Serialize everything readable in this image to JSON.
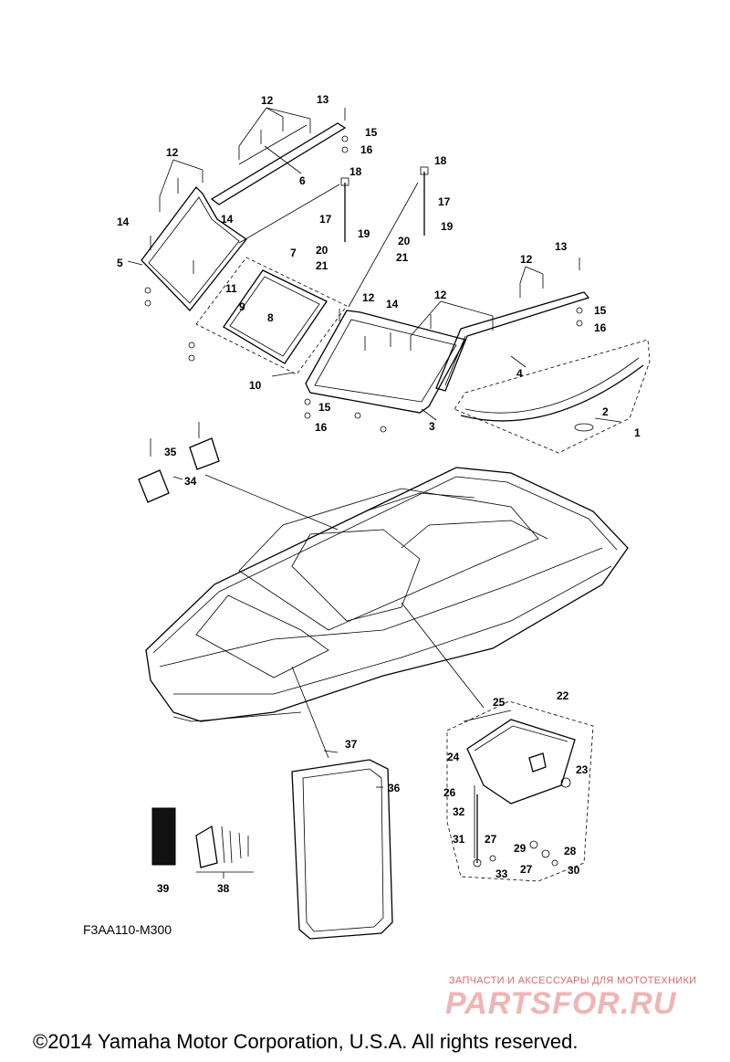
{
  "diagram_code": "F3AA110-M300",
  "copyright": "©2014 Yamaha Motor Corporation, U.S.A. All rights reserved.",
  "watermark": {
    "tagline": "ЗАПЧАСТИ И АКСЕССУАРЫ ДЛЯ МОТОТЕХНИКИ",
    "logo": "PARTSFOR.RU"
  },
  "callouts": {
    "c1": "1",
    "c2": "2",
    "c3": "3",
    "c4": "4",
    "c5": "5",
    "c6": "6",
    "c7": "7",
    "c8": "8",
    "c9": "9",
    "c10": "10",
    "c11": "11",
    "c12": "12",
    "c13": "13",
    "c14": "14",
    "c15": "15",
    "c16": "16",
    "c17": "17",
    "c18": "18",
    "c19": "19",
    "c20": "20",
    "c21": "21",
    "c22": "22",
    "c23": "23",
    "c24": "24",
    "c25": "25",
    "c26": "26",
    "c27": "27",
    "c28": "28",
    "c29": "29",
    "c30": "30",
    "c31": "31",
    "c32": "32",
    "c33": "33",
    "c34": "34",
    "c35": "35",
    "c36": "36",
    "c37": "37",
    "c38": "38",
    "c39": "39"
  }
}
